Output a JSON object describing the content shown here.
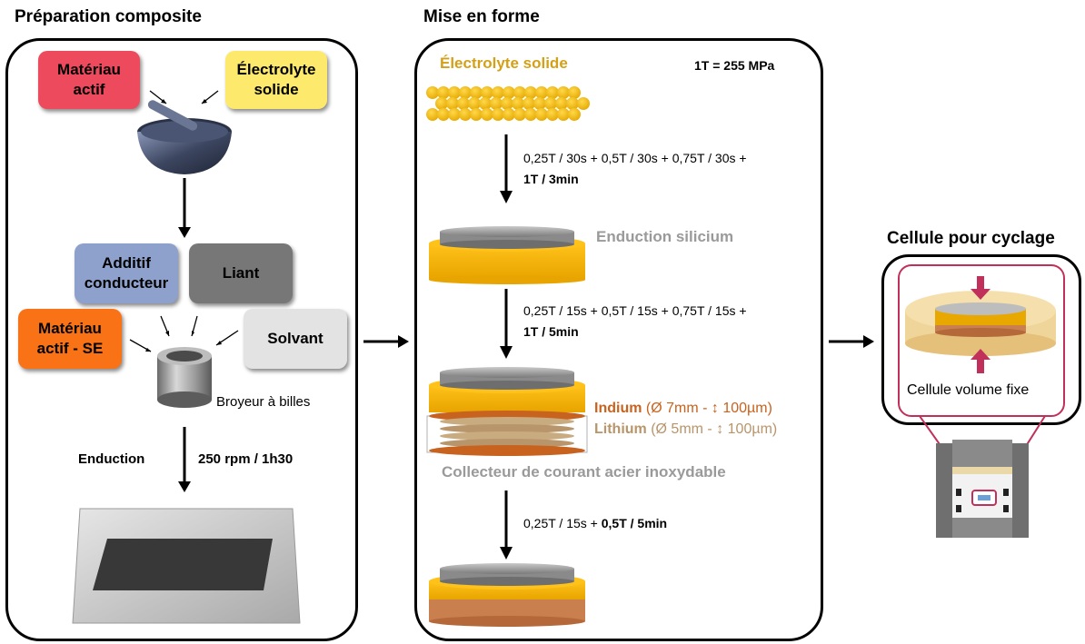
{
  "titles": {
    "prep": "Préparation composite",
    "mise": "Mise en forme",
    "cellule": "Cellule pour cyclage"
  },
  "prep": {
    "materiau_actif": [
      "Matériau",
      "actif"
    ],
    "electrolyte_solide": [
      "Électrolyte",
      "solide"
    ],
    "additif": [
      "Additif",
      "conducteur"
    ],
    "liant": "Liant",
    "materiau_actif_se": [
      "Matériau",
      "actif - SE"
    ],
    "solvant": "Solvant",
    "broyeur": "Broyeur à billes",
    "enduction": "Enduction",
    "speed": "250 rpm / 1h30"
  },
  "mise": {
    "electrolyte_label": "Électrolyte solide",
    "pressure_ref": "1T = 255 MPa",
    "step1_line1": "0,25T / 30s + 0,5T / 30s + 0,75T / 30s +",
    "step1_line2": "1T / 3min",
    "enduction_silicium": "Enduction silicium",
    "step2_line1": "0,25T / 15s + 0,5T / 15s + 0,75T / 15s +",
    "step2_line2": "1T / 5min",
    "indium_name": "Indium",
    "indium_dims": " (Ø 7mm - ↕ 100µm)",
    "lithium_name": "Lithium",
    "lithium_dims": " (Ø 5mm - ↕ 100µm)",
    "collecteur": "Collecteur de courant acier inoxydable",
    "step3_part1": "0,25T / 15s + ",
    "step3_part2": "0,5T / 5min"
  },
  "cellule": {
    "label": "Cellule volume fixe"
  },
  "colors": {
    "materiau_actif": "#ee4a5d",
    "electrolyte": "#fde96b",
    "additif": "#8ea1cc",
    "liant": "#777777",
    "materiau_actif_se": "#f97316",
    "solvant": "#e3e3e3",
    "gold": "#f7b500",
    "electrolyte_text": "#d4a017",
    "indium": "#c8621f",
    "lithium": "#b8956a",
    "grey_text": "#9a9a9a",
    "crimson": "#c0305a"
  }
}
